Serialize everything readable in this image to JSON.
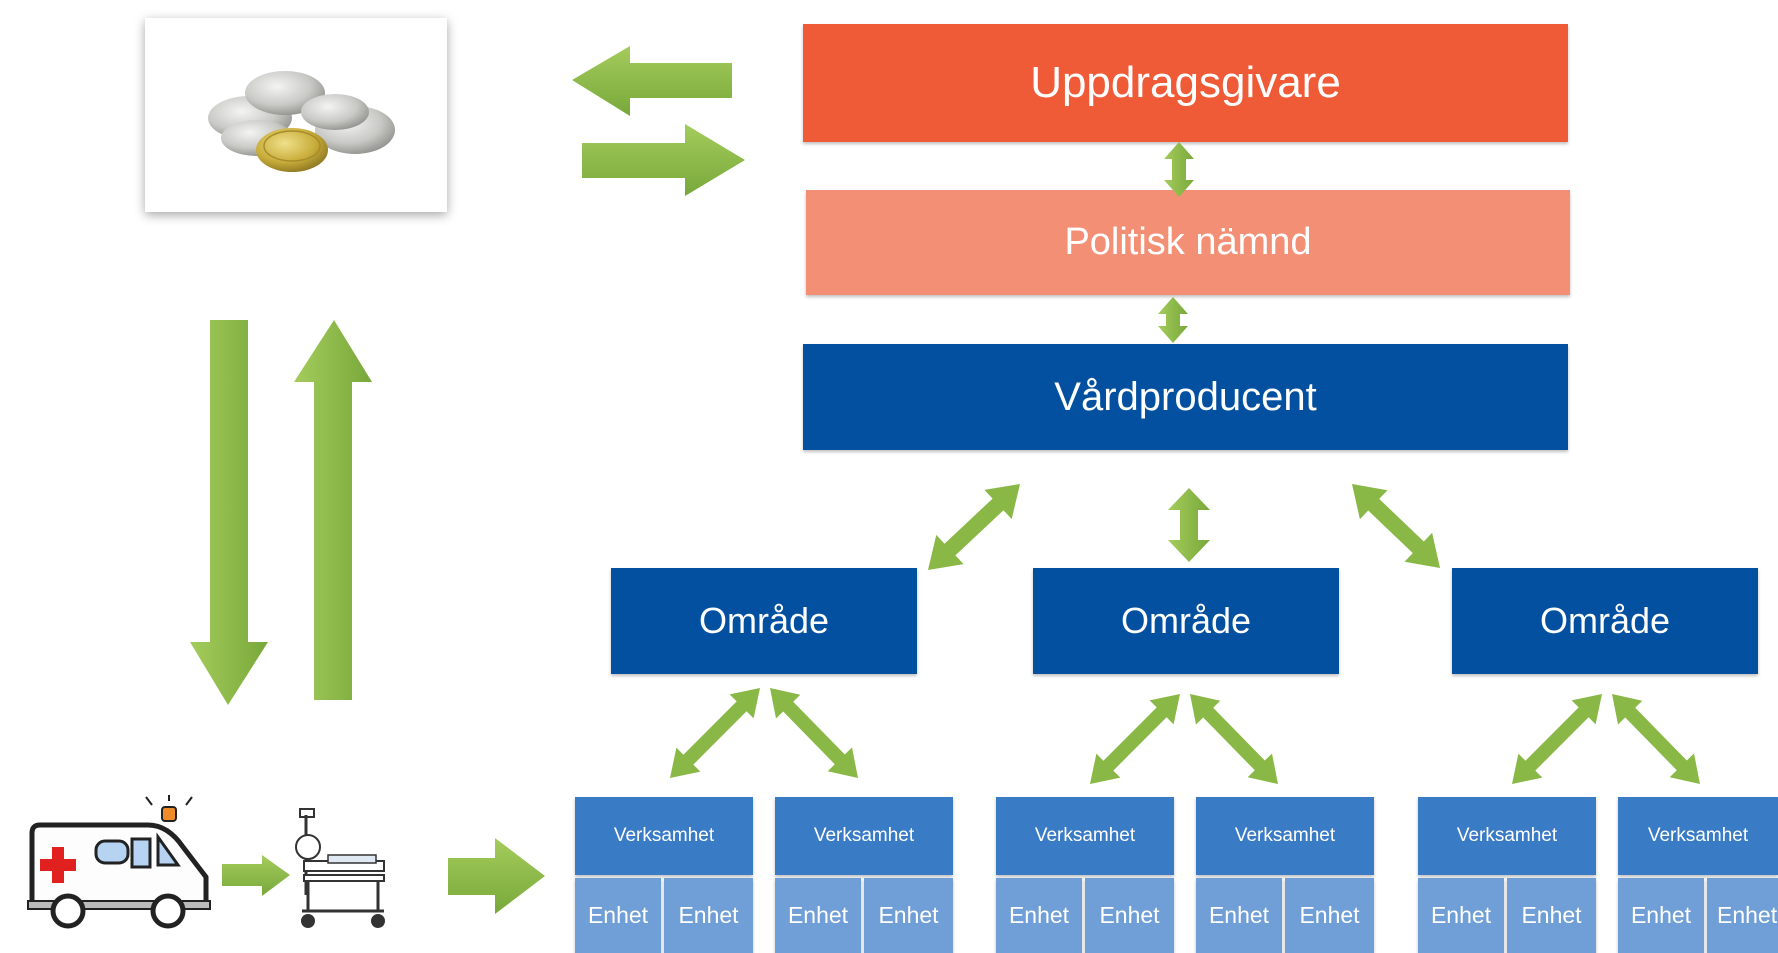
{
  "top_box": {
    "label": "Uppdragsgivare"
  },
  "committee_box": {
    "label": "Politisk nämnd"
  },
  "producer_box": {
    "label": "Vårdproducent"
  },
  "areas": [
    {
      "label": "Område"
    },
    {
      "label": "Område"
    },
    {
      "label": "Område"
    }
  ],
  "operations": [
    {
      "label": "Verksamhet",
      "units": [
        "Enhet",
        "Enhet"
      ]
    },
    {
      "label": "Verksamhet",
      "units": [
        "Enhet",
        "Enhet"
      ]
    },
    {
      "label": "Verksamhet",
      "units": [
        "Enhet",
        "Enhet"
      ]
    },
    {
      "label": "Verksamhet",
      "units": [
        "Enhet",
        "Enhet"
      ]
    },
    {
      "label": "Verksamhet",
      "units": [
        "Enhet",
        "Enhet"
      ]
    },
    {
      "label": "Verksamhet",
      "units": [
        "Enhet",
        "Enhet"
      ]
    }
  ],
  "images": {
    "money": "coins-image",
    "ambulance": "ambulance-icon",
    "bed": "hospital-bed-icon"
  },
  "colors": {
    "top": "#ef5a37",
    "committee": "#f28f75",
    "producer": "#0450a0",
    "operation": "#3a7bc6",
    "unit": "#6f9fd6",
    "arrow": "#8ab846"
  }
}
